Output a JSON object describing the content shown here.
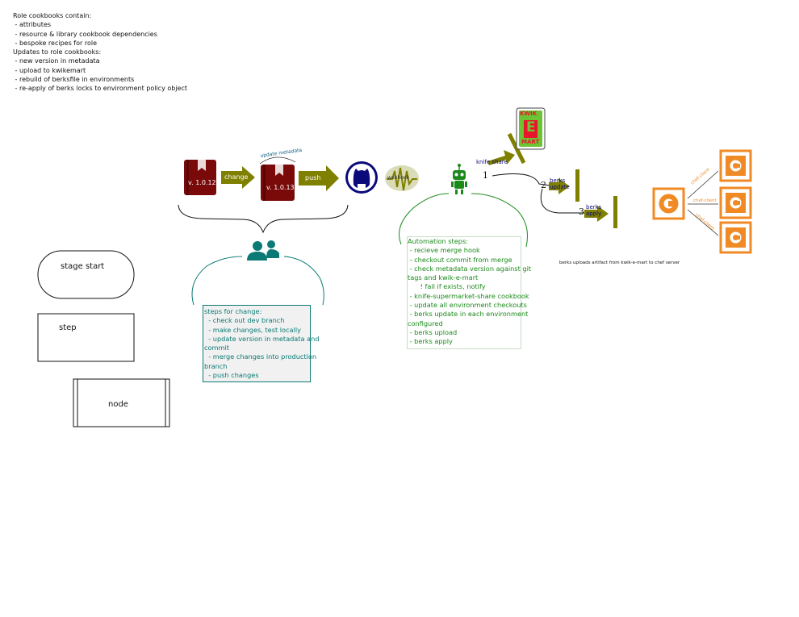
{
  "notes": [
    "Role cookbooks contain:",
    " - attributes",
    " - resource & library cookbook dependencies",
    " - bespoke recipes for role",
    "Updates to role cookbooks:",
    " - new version in metadata",
    " - upload to kwikemart",
    " - rebuild of berksfile in environments",
    " - re-apply of berks locks to environment policy object"
  ],
  "legend": {
    "stage_start": "stage start",
    "step": "step",
    "node": "node"
  },
  "cookbooks": {
    "old_version": "v. 1.0.12",
    "new_version": "v. 1.0.13",
    "update_metadata": "update metadata"
  },
  "arrows": {
    "change": "change",
    "push": "push",
    "webhook": "webhook",
    "knife_share": "knife share",
    "berks_update": "berks\nupdate",
    "berks_apply": "berks\napply",
    "num1": "1",
    "num2": "2",
    "num3": "3",
    "chef_client_1": "chef-client",
    "chef_client_2": "chef-client",
    "chef_client_3": "chef-client"
  },
  "kwik": {
    "line1": "KWIK",
    "line2": "E",
    "line3": "MART"
  },
  "berks_caption": "berks uploads artifact from kwik-e-mart to chef server",
  "dev_steps": [
    "steps for change:",
    "  - check out dev branch",
    "  - make changes, test locally",
    "  - update version in metadata and",
    "commit",
    "  - merge changes into production",
    "branch",
    "  - push changes"
  ],
  "automation_steps": [
    "Automation steps:",
    " - recieve merge hook",
    " - checkout commit from merge",
    " - check metadata version against git",
    "tags and kwik-e-mart",
    "      ! fail if exists, notify",
    " - knife-supermarket-share cookbook",
    " - update all environment checkouts",
    " - berks update in each environment",
    "configured",
    " - berks upload",
    " - berks apply"
  ],
  "colors": {
    "olive": "#7f7f00",
    "cookbook_red": "#7a0a0a",
    "github_navy": "#0a0a7a",
    "teal": "#0b7a75",
    "robot_green": "#1b8a1b",
    "chef_orange": "#f08a24"
  }
}
